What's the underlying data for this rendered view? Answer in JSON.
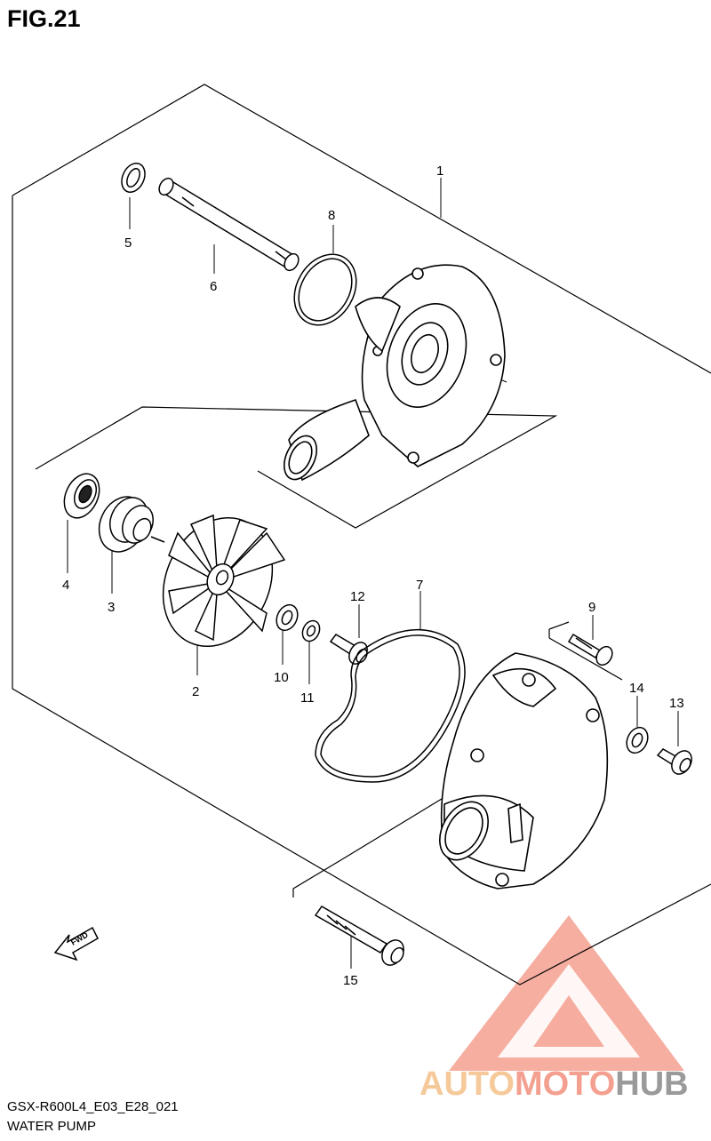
{
  "figure": {
    "title": "FIG.21",
    "code": "GSX-R600L4_E03_E28_021",
    "name": "WATER PUMP"
  },
  "callouts": [
    {
      "part": "1"
    },
    {
      "part": "2"
    },
    {
      "part": "3"
    },
    {
      "part": "4"
    },
    {
      "part": "5"
    },
    {
      "part": "6"
    },
    {
      "part": "7"
    },
    {
      "part": "8"
    },
    {
      "part": "9"
    },
    {
      "part": "10"
    },
    {
      "part": "11"
    },
    {
      "part": "12"
    },
    {
      "part": "13"
    },
    {
      "part": "14"
    },
    {
      "part": "15"
    }
  ],
  "fwd_label": "FWD",
  "watermark": {
    "part1": "AUTO",
    "part2": "MOTO",
    "part3": "HUB",
    "color_primary": "#f4a090",
    "color_secondary": "#f6c99a",
    "color_tertiary": "#9a9a9a"
  }
}
